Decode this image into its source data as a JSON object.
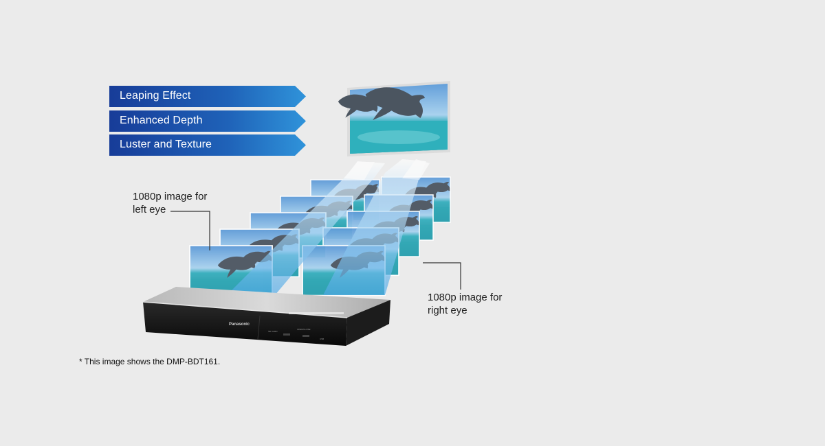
{
  "features": [
    {
      "label": "Leaping Effect"
    },
    {
      "label": "Enhanced Depth"
    },
    {
      "label": "Luster and Texture"
    }
  ],
  "left_eye_label": {
    "line1": "1080p image for",
    "line2": "left eye"
  },
  "right_eye_label": {
    "line1": "1080p image for",
    "line2": "right eye"
  },
  "footnote": "* This image shows the DMP-BDT161.",
  "player": {
    "brand": "Panasonic",
    "port_label": "SD CARD",
    "usb_label": "USB",
    "panel_text": "OPEN/CLOSE"
  },
  "colors": {
    "banner_dark": "#1a3f9c",
    "banner_light": "#2f8ad6",
    "sea": "#3fb2c4",
    "sky": "#8bbfe8",
    "dolphin": "#4d5660",
    "player_top": "#c8c8c8",
    "player_front": "#141414"
  }
}
